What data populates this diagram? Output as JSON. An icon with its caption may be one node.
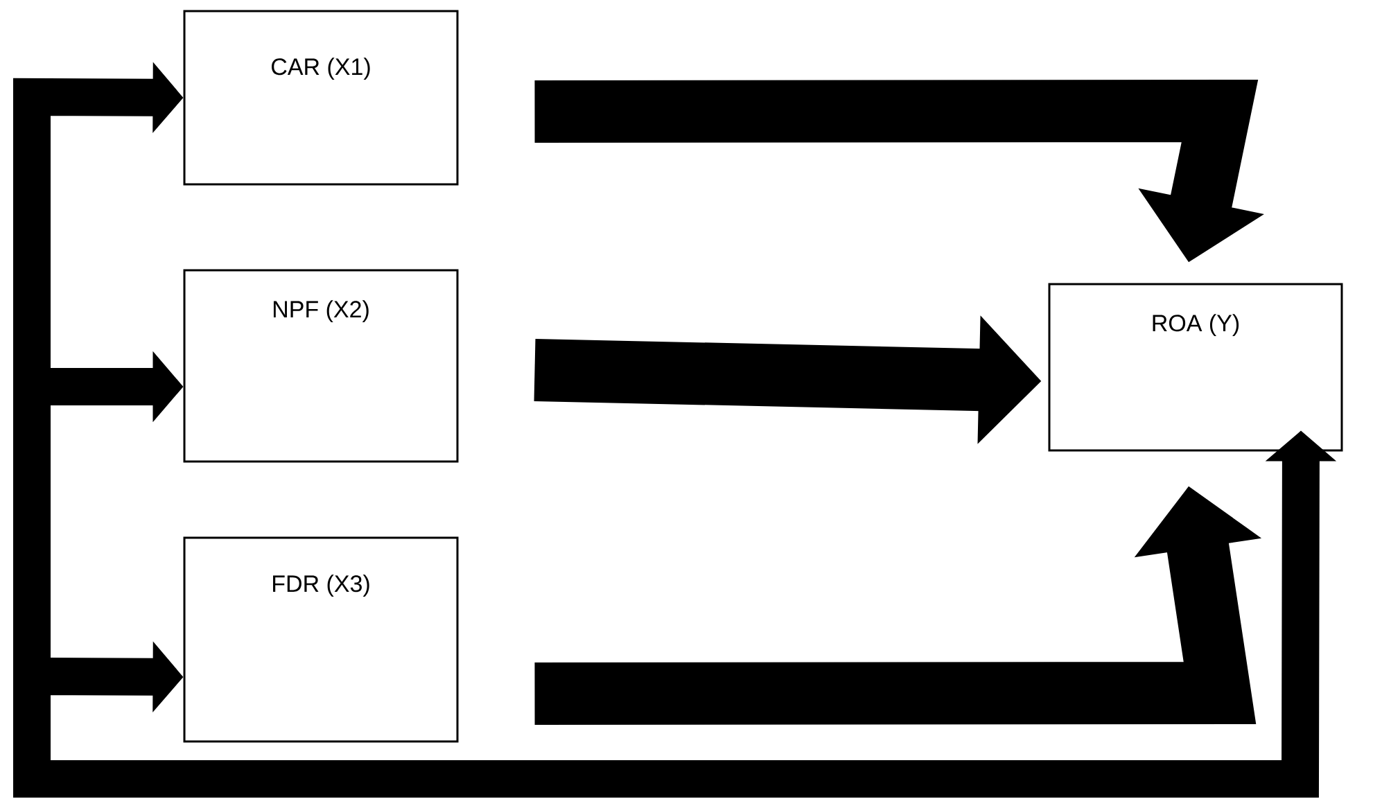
{
  "diagram": {
    "nodes": [
      {
        "text": [
          "CAR (X1)"
        ]
      },
      {
        "text": [
          "NPF (X2)"
        ]
      },
      {
        "text": [
          "FDR (X3)"
        ]
      },
      {
        "text": [
          "ROA (Y)"
        ]
      }
    ],
    "edges": [
      {
        "from": 0,
        "to": 3,
        "arrow": "to"
      },
      {
        "from": 1,
        "to": 3,
        "arrow": "to"
      },
      {
        "from": 2,
        "to": 3,
        "arrow": "to"
      },
      {
        "from": null,
        "to": 0,
        "arrow": "to"
      },
      {
        "from": null,
        "to": 1,
        "arrow": "to"
      },
      {
        "from": null,
        "to": 2,
        "arrow": "to"
      },
      {
        "from": null,
        "to": 3,
        "arrow": "to"
      }
    ]
  }
}
